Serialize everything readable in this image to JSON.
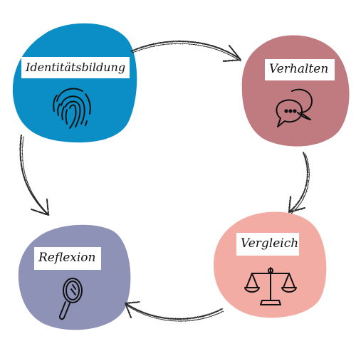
{
  "nodes": [
    {
      "id": "identity",
      "label": "Identitätsbildung",
      "color": "#0a8ec5",
      "icon": "fingerprint-icon"
    },
    {
      "id": "behavior",
      "label": "Verhalten",
      "color": "#bf7b80",
      "icon": "speech-bubbles-icon"
    },
    {
      "id": "comparison",
      "label": "Vergleich",
      "color": "#f2aca4",
      "icon": "scales-icon"
    },
    {
      "id": "reflection",
      "label": "Reflexion",
      "color": "#8d92b6",
      "icon": "hand-mirror-icon"
    }
  ],
  "arrow_color": "#2a2a2a"
}
